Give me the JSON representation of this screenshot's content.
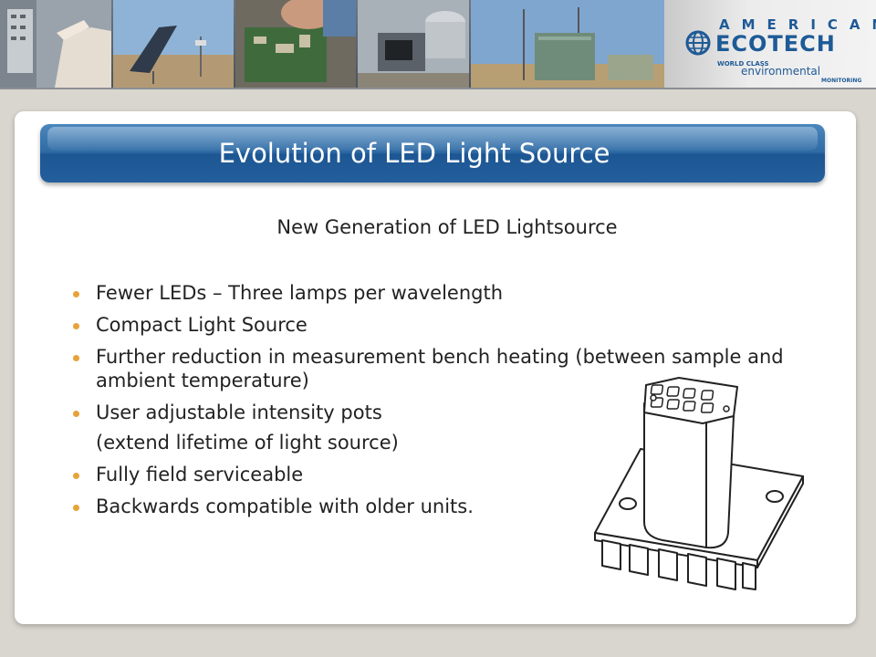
{
  "brand": {
    "top_word": "AMERICAN",
    "main_word": "ECOTECH",
    "line1": "WORLD CLASS",
    "line2": "environmental",
    "line3": "MONITORING"
  },
  "slide": {
    "title": "Evolution of LED Light Source",
    "subtitle": "New Generation of LED Lightsource",
    "bullets": [
      "Fewer LEDs – Three lamps per wavelength",
      "Compact Light Source",
      "Further reduction in measurement bench heating (between sample and ambient  temperature)",
      "User adjustable intensity pots",
      "(extend lifetime of light source)",
      "Fully field serviceable",
      "Backwards compatible with older units."
    ]
  },
  "colors": {
    "title_bar": "#2e6aa4",
    "bullet": "#e8a23a",
    "brand_blue": "#1e5a96"
  }
}
